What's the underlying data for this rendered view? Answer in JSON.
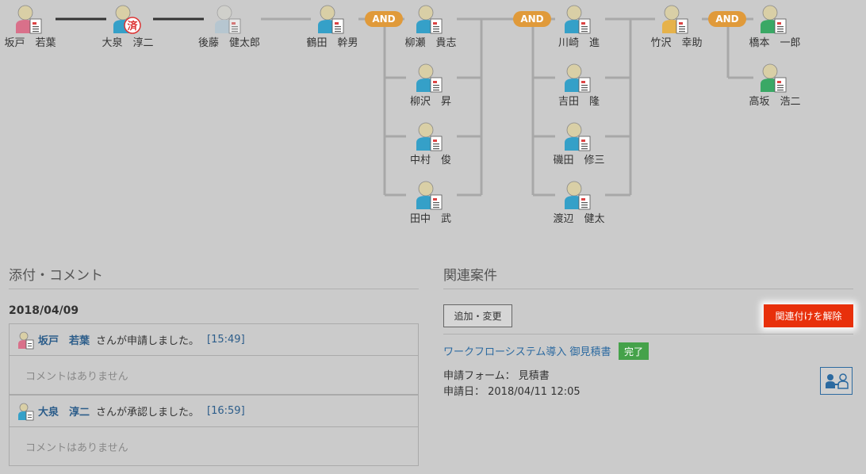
{
  "workflow": {
    "and_label": "AND",
    "approved_stamp": "済",
    "people": [
      {
        "key": "sakado",
        "name": "坂戸　若葉",
        "color": "#d9708a",
        "doc": true
      },
      {
        "key": "oizumi",
        "name": "大泉　淳二",
        "color": "#35a0c8",
        "doc": false,
        "stamp": true
      },
      {
        "key": "goto",
        "name": "後藤　健太郎",
        "color": "#a9c4d4",
        "doc": true,
        "faded": true
      },
      {
        "key": "tsuruta",
        "name": "鶴田　幹男",
        "color": "#35a0c8",
        "doc": true
      },
      {
        "key": "yanase",
        "name": "柳瀬　貴志",
        "color": "#35a0c8",
        "doc": true
      },
      {
        "key": "yanagisawa",
        "name": "柳沢　昇",
        "color": "#35a0c8",
        "doc": true
      },
      {
        "key": "nakamura",
        "name": "中村　俊",
        "color": "#35a0c8",
        "doc": true
      },
      {
        "key": "tanaka",
        "name": "田中　武",
        "color": "#35a0c8",
        "doc": true
      },
      {
        "key": "kawasaki",
        "name": "川崎　進",
        "color": "#35a0c8",
        "doc": true
      },
      {
        "key": "yoshida",
        "name": "吉田　隆",
        "color": "#35a0c8",
        "doc": true
      },
      {
        "key": "isoda",
        "name": "磯田　修三",
        "color": "#35a0c8",
        "doc": true
      },
      {
        "key": "watanabe",
        "name": "渡辺　健太",
        "color": "#35a0c8",
        "doc": true
      },
      {
        "key": "takezawa",
        "name": "竹沢　幸助",
        "color": "#e6b24a",
        "doc": true
      },
      {
        "key": "hashimoto",
        "name": "橋本　一郎",
        "color": "#3aa865",
        "doc": true
      },
      {
        "key": "takasaka",
        "name": "高坂　浩二",
        "color": "#3aa865",
        "doc": true
      }
    ]
  },
  "attachments": {
    "title": "添付・コメント",
    "date": "2018/04/09",
    "entries": [
      {
        "user": "坂戸　若葉",
        "action": "さんが申請しました。",
        "time": "[15:49]",
        "comment": "コメントはありません",
        "color": "#d9708a"
      },
      {
        "user": "大泉　淳二",
        "action": "さんが承認しました。",
        "time": "[16:59]",
        "comment": "コメントはありません",
        "color": "#35a0c8"
      }
    ]
  },
  "related": {
    "title": "関連案件",
    "add_button": "追加・変更",
    "unlink_button": "関連付けを解除",
    "item_link": "ワークフローシステム導入 御見積書",
    "status": "完了",
    "form_line": "申請フォーム： 見積書",
    "date_line": "申請日： 2018/04/11 12:05"
  },
  "colors": {
    "accent_link": "#2c6aa0",
    "unlink": "#e8300b",
    "done": "#45a24a",
    "and_pill": "#e09a3a"
  }
}
